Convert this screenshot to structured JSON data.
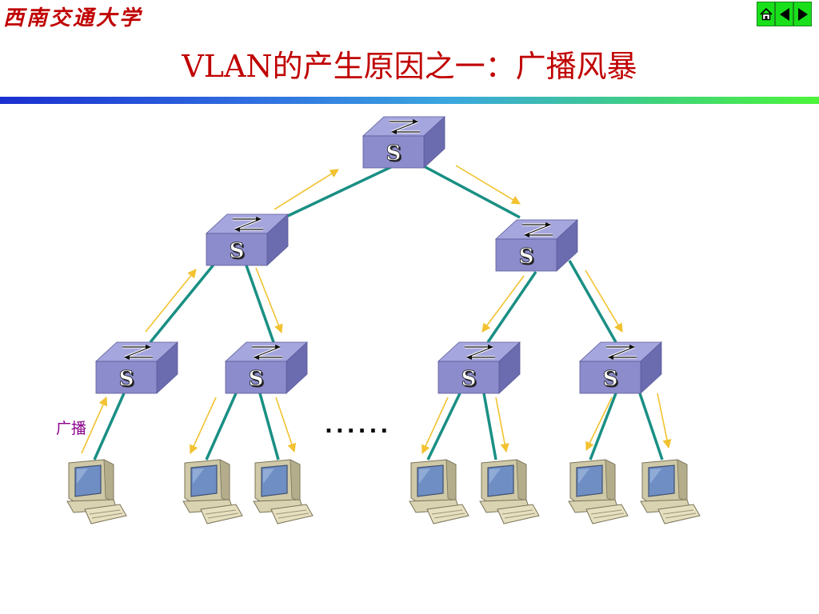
{
  "header": {
    "logo_text": "西南交通大学",
    "title": "VLAN的产生原因之一：广播风暴"
  },
  "nav": [
    {
      "name": "home-icon"
    },
    {
      "name": "prev-arrow-icon"
    },
    {
      "name": "next-arrow-icon"
    }
  ],
  "diagram": {
    "switch_label": "S",
    "broadcast_label": "广播",
    "ellipsis": "......",
    "colors": {
      "link": "#1a8f84",
      "arrow": "#f2c230",
      "switch_top": "#a6a6de",
      "switch_front": "#8c8ccd",
      "switch_side": "#6b6bb0",
      "accent": "#c00000"
    }
  }
}
